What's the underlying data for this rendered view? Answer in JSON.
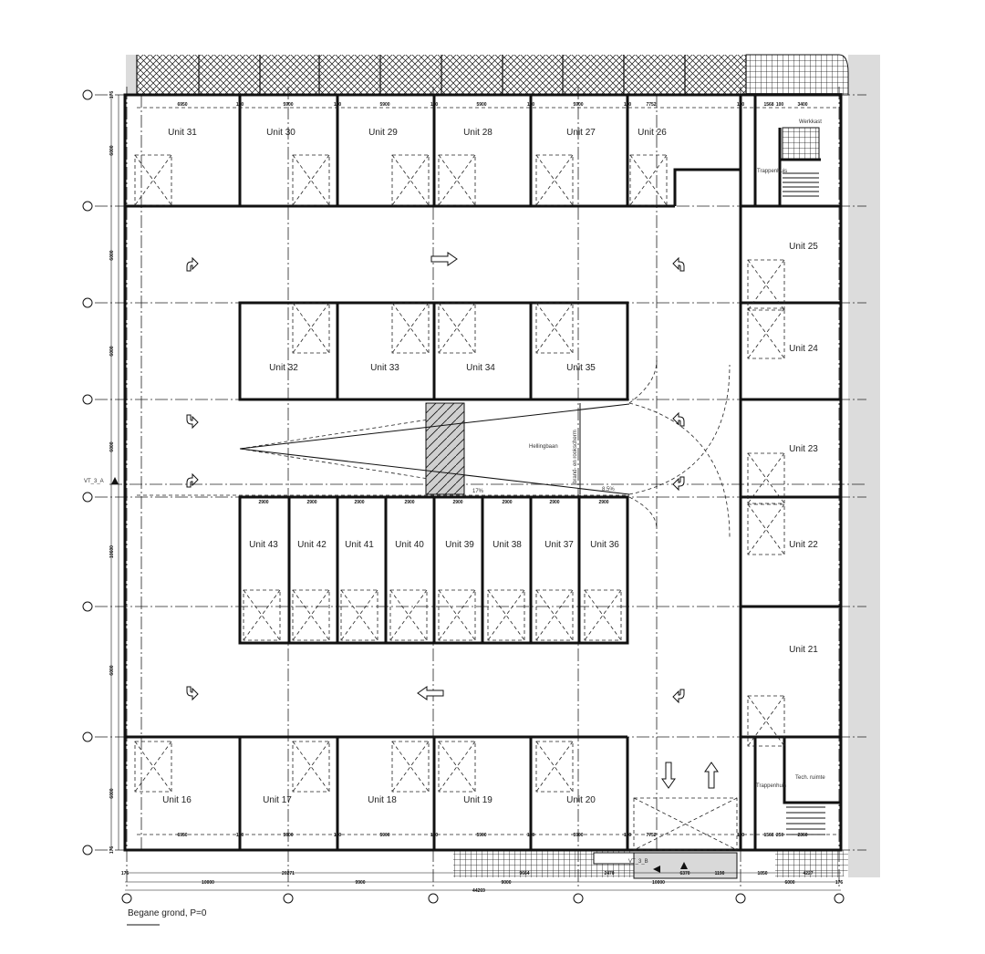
{
  "drawing_title": "Begane grond, P=0",
  "units": [
    {
      "label": "Unit 31"
    },
    {
      "label": "Unit 30"
    },
    {
      "label": "Unit 29"
    },
    {
      "label": "Unit 28"
    },
    {
      "label": "Unit 27"
    },
    {
      "label": "Unit 26"
    },
    {
      "label": "Unit 25"
    },
    {
      "label": "Unit 24"
    },
    {
      "label": "Unit 23"
    },
    {
      "label": "Unit 22"
    },
    {
      "label": "Unit 21"
    },
    {
      "label": "Unit 32"
    },
    {
      "label": "Unit 33"
    },
    {
      "label": "Unit 34"
    },
    {
      "label": "Unit 35"
    },
    {
      "label": "Unit 43"
    },
    {
      "label": "Unit 42"
    },
    {
      "label": "Unit 41"
    },
    {
      "label": "Unit 40"
    },
    {
      "label": "Unit 39"
    },
    {
      "label": "Unit 38"
    },
    {
      "label": "Unit 37"
    },
    {
      "label": "Unit 36"
    },
    {
      "label": "Unit 16"
    },
    {
      "label": "Unit 17"
    },
    {
      "label": "Unit 18"
    },
    {
      "label": "Unit 19"
    },
    {
      "label": "Unit 20"
    }
  ],
  "rooms": {
    "werkkast": "Werkkast",
    "trappenhuis_top": "Trappenhuis",
    "trappenhuis_bottom": "Trappenhuis",
    "tech_ruimte": "Tech. ruimte",
    "hellingbaan": "Hellingbaan",
    "brand_scherm": "brand- en rookscherm",
    "slope_17": "17%",
    "slope_8_5": "8.5%",
    "section_a": "VT_3_A",
    "section_b": "VT_3_B"
  },
  "dimensions": {
    "top": [
      "6950",
      "100",
      "5900",
      "100",
      "5900",
      "100",
      "5900",
      "100",
      "5900",
      "100",
      "7752",
      "100",
      "1568",
      "100",
      "3400"
    ],
    "bottom_row1": [
      "6950",
      "100",
      "5900",
      "100",
      "5900",
      "100",
      "5900",
      "100",
      "5900",
      "100",
      "7752",
      "100",
      "1568",
      "250",
      "2360"
    ],
    "bottom_chain": [
      "176",
      "20271",
      "9664",
      "2470",
      "6370",
      "1190",
      "1050",
      "4227"
    ],
    "bottom_chain2": [
      "10000",
      "9900",
      "9000",
      "10000",
      "6000",
      "176"
    ],
    "overall": "44269",
    "left": [
      "176",
      "6000",
      "6000",
      "6000",
      "6000",
      "10600",
      "6000",
      "6000",
      "176"
    ],
    "mid": [
      "2900",
      "2900",
      "2900",
      "2900",
      "2900",
      "2900",
      "2900",
      "2900"
    ]
  },
  "colors": {
    "wall": "#111111",
    "hatch_grey": "#d9d9d9",
    "ramp_fill": "#cfcfcf"
  }
}
